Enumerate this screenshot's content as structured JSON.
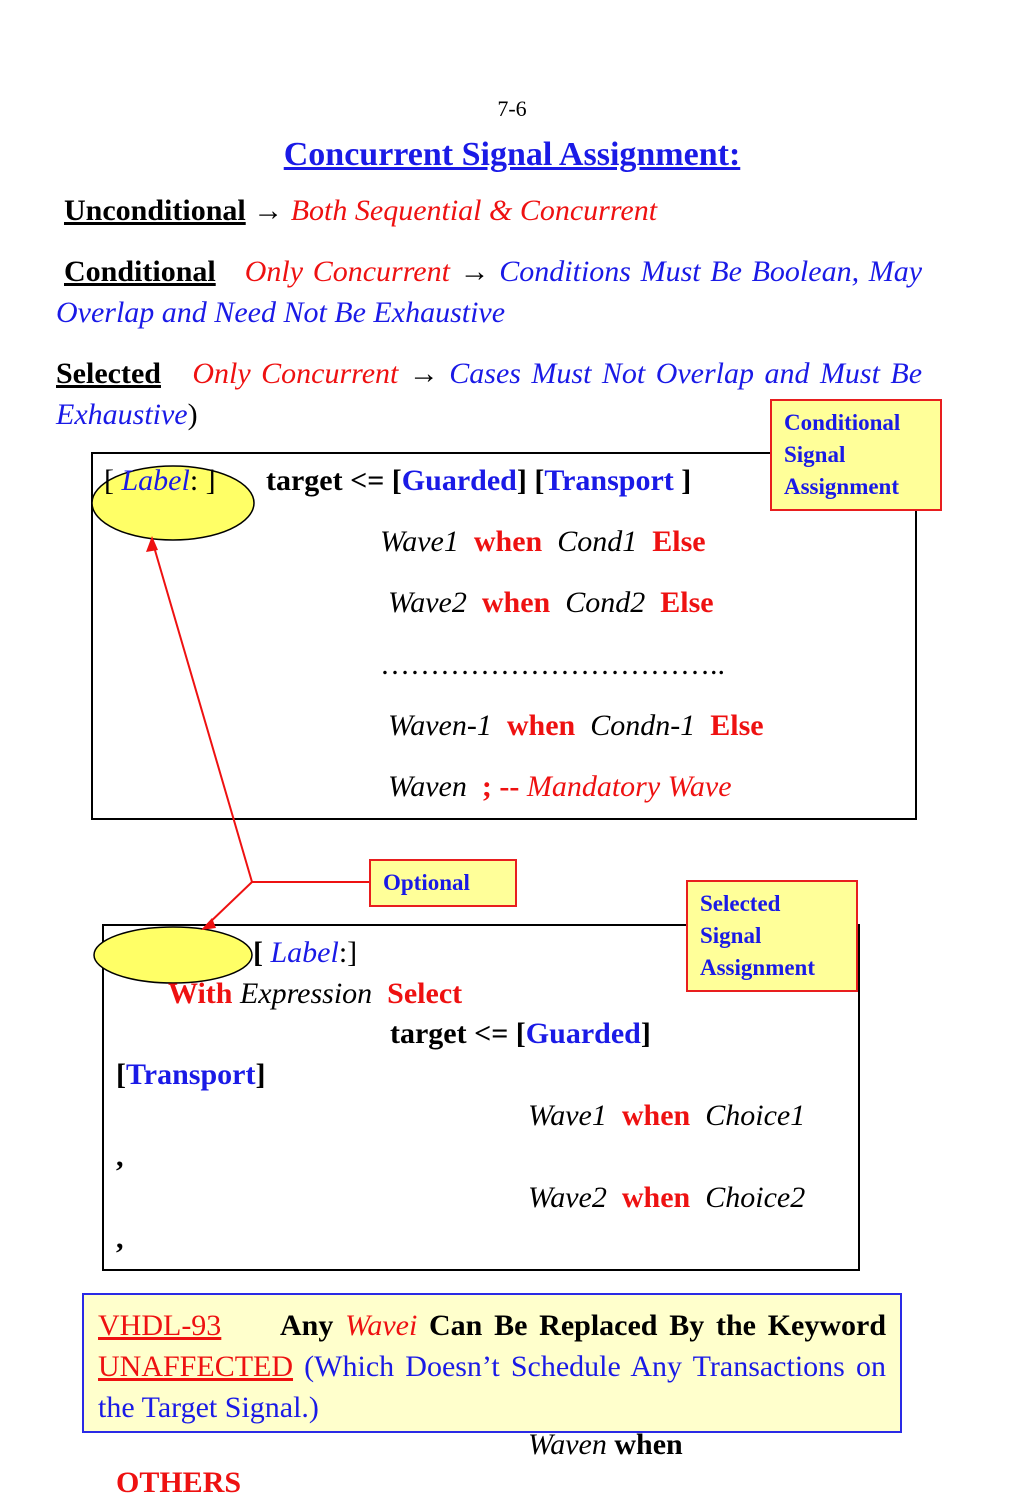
{
  "page_number": "7-6",
  "title": "Concurrent Signal Assignment:",
  "unconditional": {
    "label": "Unconditional",
    "arrow": "→",
    "desc": "Both Sequential & Concurrent"
  },
  "conditional": {
    "label": "Conditional",
    "only": "Only Concurrent",
    "arrow": "→",
    "desc_line1": "Conditions Must Be",
    "desc_line2": "Boolean, May Overlap and Need Not Be Exhaustive"
  },
  "selected": {
    "label": "Selected",
    "only": "Only Concurrent",
    "arrow": "→",
    "desc_line1": "Cases Must Not Overlap and",
    "desc_line2": "Must Be Exhaustive",
    "close_paren": ")"
  },
  "callouts": {
    "conditional": "Conditional Signal Assignment",
    "optional": "Optional",
    "selected": "Selected Signal Assignment"
  },
  "cond_code": {
    "bracket_open": "[",
    "label": "Label",
    "colon_bracket": ": ]",
    "target": "target <= [",
    "guarded": "Guarded",
    "mid": "] [",
    "transport": "Transport",
    "end": " ]",
    "rows": [
      {
        "wave": "Wave1",
        "when": "when",
        "cond": "Cond1",
        "else": "Else"
      },
      {
        "wave": "Wave2",
        "when": "when",
        "cond": "Cond2",
        "else": "Else"
      },
      {
        "wave": "Waven-1",
        "when": "when",
        "cond": "Condn-1",
        "else": "Else"
      }
    ],
    "dots": "……………………………..",
    "last_wave": "Waven",
    "semi": "; --",
    "mandatory": "Mandatory Wave"
  },
  "sel_code": {
    "bracket_open": "[",
    "label": "Label",
    "colon_bracket": ":]",
    "with": "With",
    "expression": "Expression",
    "select": "Select",
    "target": "target <= [",
    "guarded": "Guarded",
    "close": "]",
    "transport_open": "[",
    "transport": "Transport",
    "transport_close": "]",
    "rows": [
      {
        "wave": "Wave1",
        "when": "when",
        "choice": "Choice1",
        "comma": ","
      },
      {
        "wave": "Wave2",
        "when": "when",
        "choice": "Choice2",
        "comma": ","
      }
    ],
    "last_wave": "Waven",
    "last_when": "when",
    "others": "OTHERS"
  },
  "note": {
    "vhdl": "VHDL-93",
    "any": "Any",
    "wavei": "Wavei",
    "replaced": "Can Be Replaced By the",
    "keyword": "Keyword",
    "unaffected": "UNAFFECTED",
    "which": "(Which Doesn’t Schedule",
    "line3": "Any Transactions on the Target Signal.)"
  },
  "colors": {
    "blue": "#1a1ae6",
    "red": "#ee1111",
    "highlight": "#ffff66",
    "callout_bg": "#ffff99",
    "note_bg": "#ffffcc"
  }
}
